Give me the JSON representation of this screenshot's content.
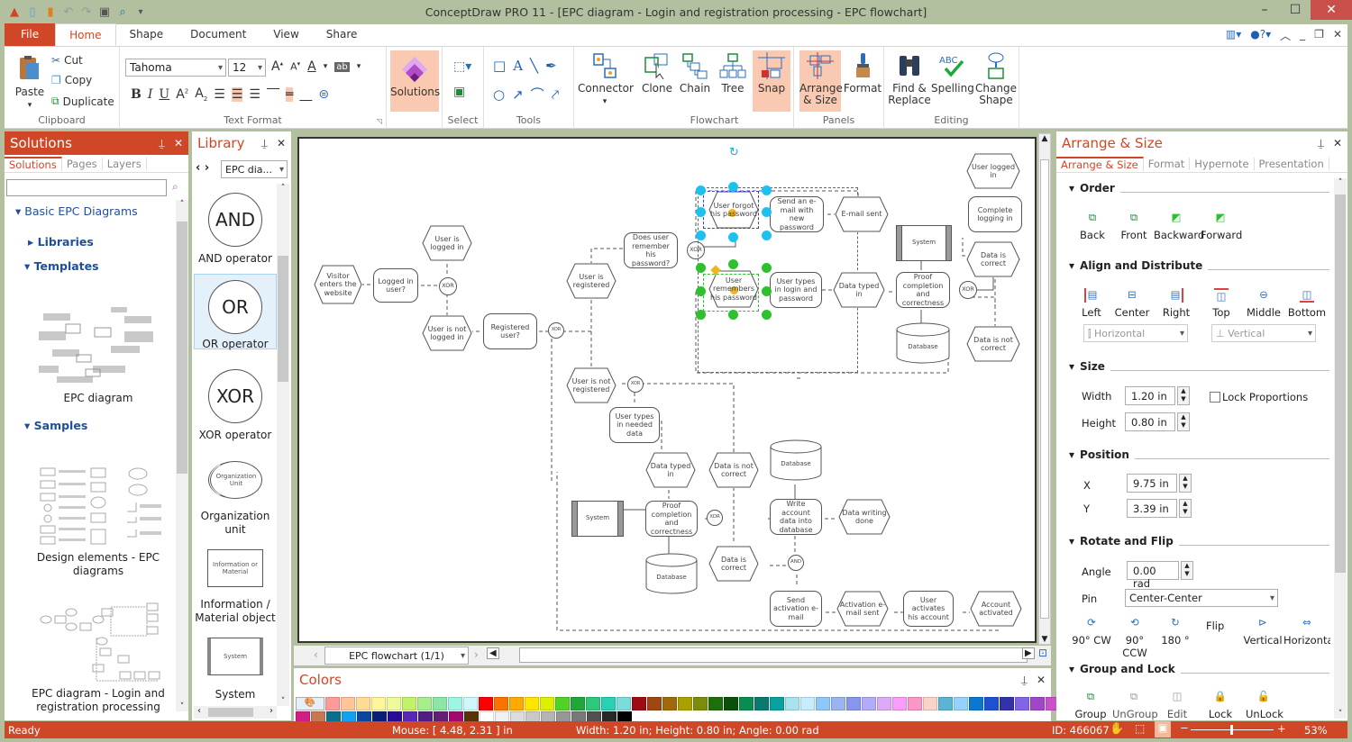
{
  "window": {
    "title": "ConceptDraw PRO 11 - [EPC diagram - Login and registration processing - EPC flowchart]",
    "controls": [
      "minimize",
      "maximize",
      "close"
    ]
  },
  "quick_access": [
    "app-icon",
    "new-icon",
    "open-icon",
    "undo-icon",
    "redo-icon",
    "save-icon",
    "print-preview-icon",
    "customize-icon"
  ],
  "menu_tabs": [
    {
      "label": "File"
    },
    {
      "label": "Home"
    },
    {
      "label": "Shape"
    },
    {
      "label": "Document"
    },
    {
      "label": "View"
    },
    {
      "label": "Share"
    }
  ],
  "ribbon": {
    "clipboard": {
      "paste": "Paste",
      "cut": "Cut",
      "copy": "Copy",
      "duplicate": "Duplicate",
      "label": "Clipboard"
    },
    "text_format": {
      "font": "Tahoma",
      "size": "12",
      "label": "Text Format"
    },
    "solutions": {
      "label": "Solutions"
    },
    "select": {
      "label": "Select"
    },
    "tools": {
      "label": "Tools"
    },
    "connector": {
      "label": "Connector"
    },
    "flowchart": {
      "clone": "Clone",
      "chain": "Chain",
      "tree": "Tree",
      "snap": "Snap",
      "label": "Flowchart"
    },
    "panels": {
      "arrange": "Arrange & Size",
      "format": "Format",
      "label": "Panels"
    },
    "editing": {
      "find": "Find & Replace",
      "spelling": "Spelling",
      "change_shape": "Change Shape",
      "label": "Editing"
    }
  },
  "solutions_panel": {
    "title": "Solutions",
    "tabs": [
      "Solutions",
      "Pages",
      "Layers"
    ],
    "search_placeholder": "",
    "tree": {
      "root": "Basic EPC Diagrams",
      "libraries": "Libraries",
      "templates": "Templates",
      "samples": "Samples"
    },
    "templates": [
      {
        "caption": "EPC diagram"
      }
    ],
    "samples": [
      {
        "caption": "Design elements - EPC diagrams"
      },
      {
        "caption": "EPC diagram - Login and registration processing"
      }
    ]
  },
  "library_panel": {
    "title": "Library",
    "selector": "EPC dia...",
    "items": [
      {
        "shape": "AND",
        "caption": "AND operator"
      },
      {
        "shape": "OR",
        "caption": "OR operator",
        "selected": true
      },
      {
        "shape": "XOR",
        "caption": "XOR operator"
      },
      {
        "shape": "Organization Unit",
        "caption": "Organization unit"
      },
      {
        "shape": "Information or Material",
        "caption": "Information / Material object"
      },
      {
        "shape": "System",
        "caption": "System"
      }
    ]
  },
  "diagram": {
    "nodes": {
      "visitor": "Visitor enters the website",
      "logged_in_q": "Logged in user?",
      "xor": "XOR",
      "and": "AND",
      "user_logged_in": "User is logged in",
      "user_not_logged": "User is not logged in",
      "registered_q": "Registered user?",
      "user_registered": "User is registered",
      "user_not_registered": "User is not registered",
      "remember_q": "Does user remember his password?",
      "forgot": "User forgot his password",
      "remembers": "User remembers his password",
      "send_email": "Send an e-mail with new password",
      "email_sent": "E-mail sent",
      "types_login": "User types in login and password",
      "data_typed": "Data typed in",
      "system": "System",
      "proof": "Proof completion and correctness",
      "database": "Database",
      "complete_login": "Complete logging in",
      "user_logged": "User logged in",
      "data_correct": "Data is correct",
      "data_not_correct": "Data is not correct",
      "types_needed": "User types in needed data",
      "write_account": "Write account data into database",
      "writing_done": "Data writing done",
      "send_activation": "Send activation e-mail",
      "activation_sent": "Activation e-mail sent",
      "user_activates": "User activates his account",
      "account_activated": "Account activated"
    }
  },
  "page_nav": {
    "page": "EPC flowchart (1/1)"
  },
  "colors_panel": {
    "title": "Colors",
    "row1": [
      "#ff9a9a",
      "#ffc49a",
      "#ffdc96",
      "#fff59a",
      "#eefa9a",
      "#c2f26a",
      "#a6ee8a",
      "#8ce6a6",
      "#9cf6e2",
      "#cef8fc",
      "#fa0000",
      "#fa7200",
      "#ffaa00",
      "#ffe600",
      "#dcf000",
      "#50d228",
      "#1ea83a",
      "#2ec87a",
      "#26d2b2",
      "#7cdcdc",
      "#a00a14",
      "#a04610",
      "#a06a0a",
      "#aaa000",
      "#7a8c0a",
      "#1e6e0a",
      "#0a500a",
      "#0a8c50",
      "#0a7a6e",
      "#0aa0a0",
      "#a8e2ee",
      "#c8ecfc",
      "#8ec8fa",
      "#9cb4ee",
      "#8696ee",
      "#b4aafa",
      "#dcaaf6",
      "#fa9cfa",
      "#fa96c8",
      "#fad2c8",
      "#5ab4d2",
      "#96d2fc",
      "#0a78d2",
      "#1e50d2",
      "#3232aa",
      "#8264e6",
      "#a046c8",
      "#c850c8"
    ],
    "row2": [
      "#d21e82",
      "#c87850",
      "#0a6e8c",
      "#14a0f0",
      "#0a46a0",
      "#0a1e78",
      "#280a96",
      "#5a28b4",
      "#501e82",
      "#641e78",
      "#a00a6e",
      "#5a320a",
      "#ffffff",
      "#f0f0f0",
      "#dcdcdc",
      "#c8c8c8",
      "#b4b4b4",
      "#969696",
      "#787878",
      "#505050",
      "#282828",
      "#000000"
    ]
  },
  "arrange_panel": {
    "title": "Arrange & Size",
    "tabs": [
      "Arrange & Size",
      "Format",
      "Hypernote",
      "Presentation"
    ],
    "order": {
      "title": "Order",
      "buttons": [
        "Back",
        "Front",
        "Backward",
        "Forward"
      ]
    },
    "align": {
      "title": "Align and Distribute",
      "buttons": [
        "Left",
        "Center",
        "Right",
        "Top",
        "Middle",
        "Bottom"
      ],
      "horizontal": "Horizontal",
      "vertical": "Vertical"
    },
    "size": {
      "title": "Size",
      "width_label": "Width",
      "width": "1.20 in",
      "height_label": "Height",
      "height": "0.80 in",
      "lock": "Lock Proportions",
      "lock_checked": false
    },
    "position": {
      "title": "Position",
      "x_label": "X",
      "x": "9.75 in",
      "y_label": "Y",
      "y": "3.39 in"
    },
    "rotate": {
      "title": "Rotate and Flip",
      "angle_label": "Angle",
      "angle": "0.00 rad",
      "pin_label": "Pin",
      "pin": "Center-Center",
      "buttons": [
        "90° CW",
        "90° CCW",
        "180 °"
      ],
      "flip": "Flip",
      "flip_buttons": [
        "Vertical",
        "Horizontal"
      ]
    },
    "group": {
      "title": "Group and Lock",
      "buttons": [
        "Group",
        "UnGroup",
        "Edit",
        "Lock",
        "UnLock"
      ]
    }
  },
  "status_bar": {
    "ready": "Ready",
    "mouse": "Mouse: [ 4.48, 2.31 ] in",
    "dims": "Width: 1.20 in;  Height: 0.80 in;  Angle: 0.00 rad",
    "id": "ID: 466067",
    "zoom": "53%",
    "zoom_level": 0.53
  }
}
